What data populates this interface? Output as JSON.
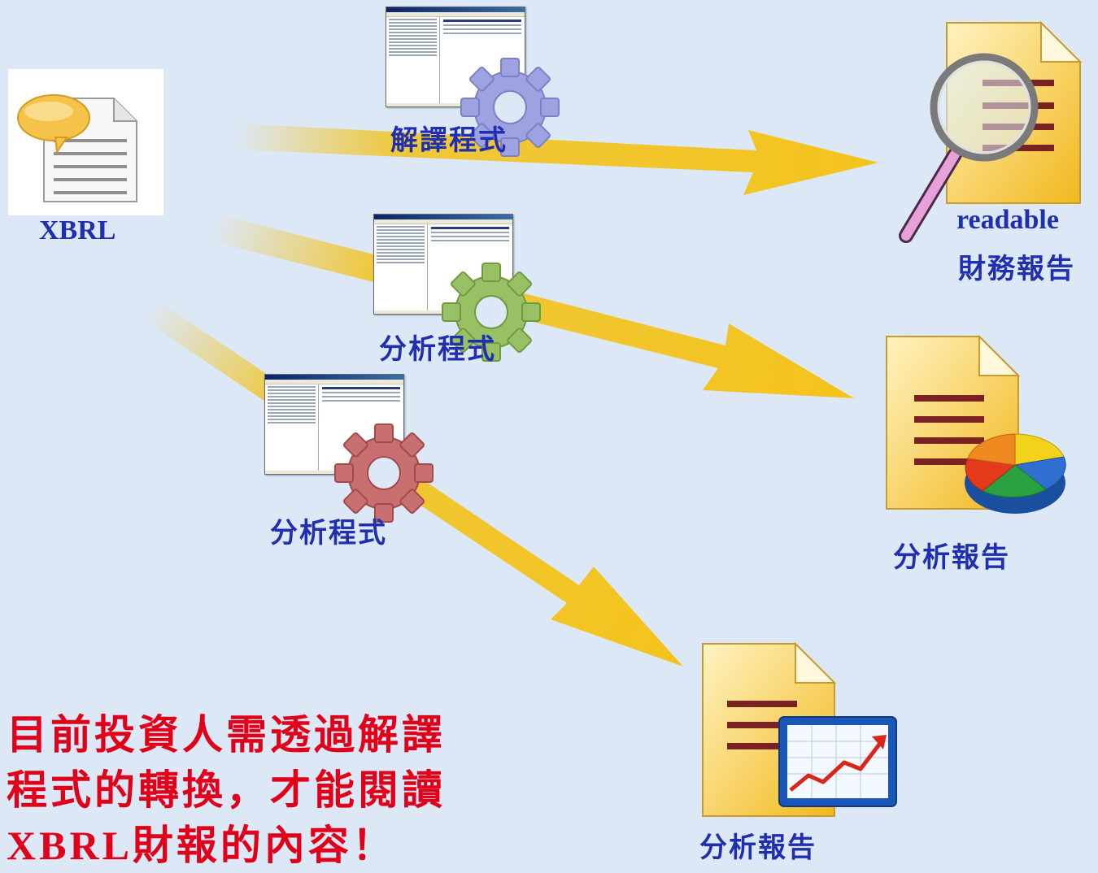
{
  "source": {
    "label": "XBRL"
  },
  "programs": [
    {
      "label": "解譯程式",
      "gear": "gear-icon",
      "color": "#9ea2e0"
    },
    {
      "label": "分析程式",
      "gear": "gear-icon",
      "color": "#98c064"
    },
    {
      "label": "分析程式",
      "gear": "gear-icon",
      "color": "#c87070"
    }
  ],
  "outputs": [
    {
      "line1": "readable",
      "line2": "財務報告",
      "icon": "magnifier-document-icon"
    },
    {
      "label": "分析報告",
      "icon": "pie-chart-document-icon"
    },
    {
      "label": "分析報告",
      "icon": "line-chart-document-icon"
    }
  ],
  "note": {
    "line1": "目前投資人需透過解譯",
    "line2": "程式的轉換，才能閱讀",
    "line3": "XBRL財報的內容！",
    "color": "#e0001a"
  },
  "colors": {
    "arrow": "#f2c21a",
    "label": "#1f2fb0",
    "background": "#dde8f6"
  }
}
